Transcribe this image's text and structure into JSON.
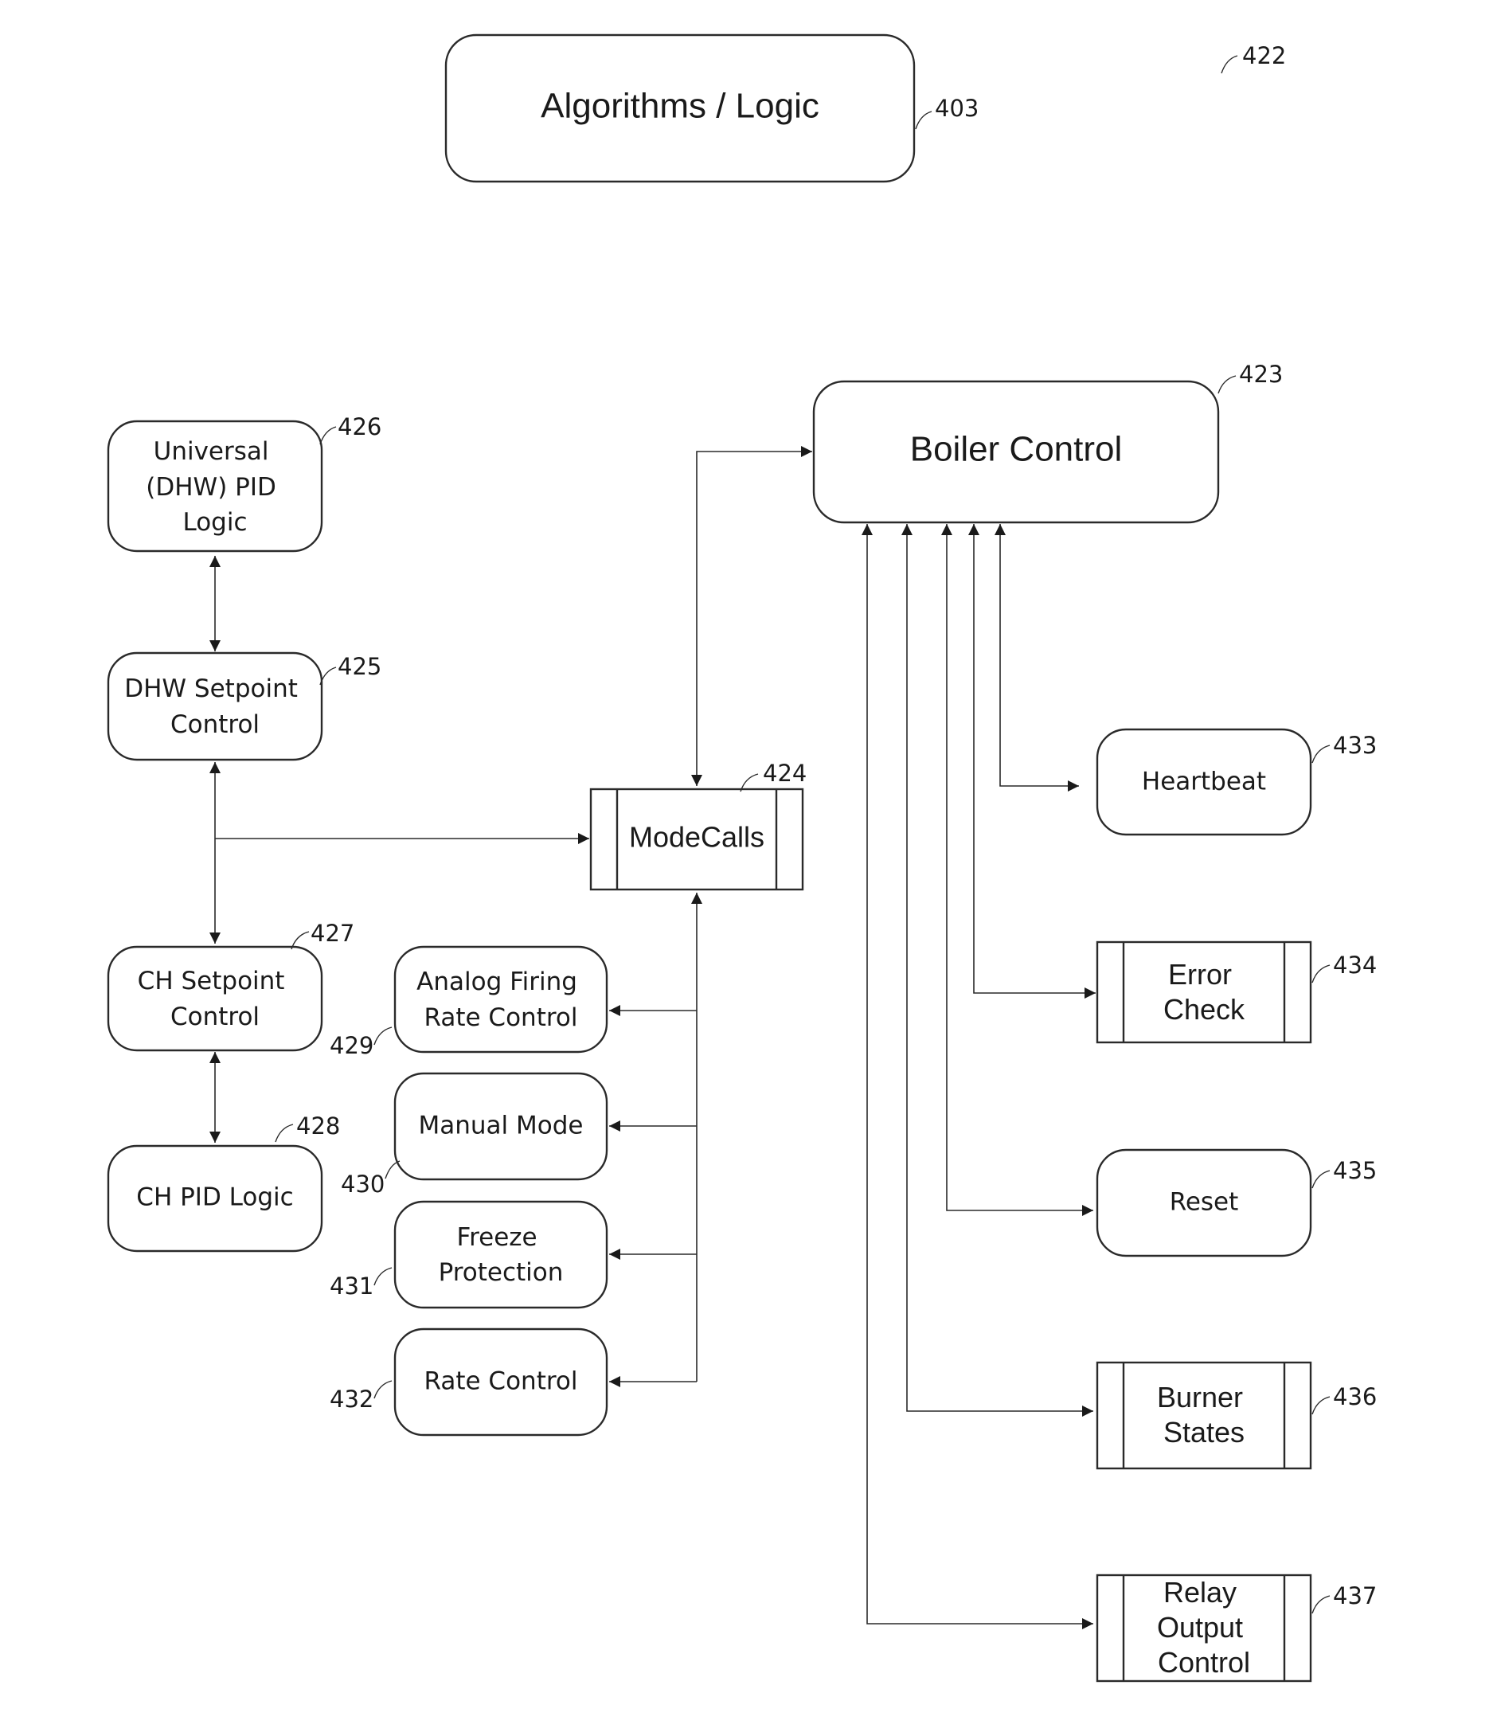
{
  "title_box": {
    "label": "Algorithms / Logic",
    "ref": "403"
  },
  "figure_ref": "422",
  "boiler_control": {
    "label": "Boiler Control",
    "ref": "423"
  },
  "mode_calls": {
    "label": "ModeCalls",
    "ref": "424"
  },
  "dhw_setpoint": {
    "lines": [
      "DHW Setpoint",
      "Control"
    ],
    "ref": "425"
  },
  "universal_pid": {
    "lines": [
      "Universal",
      "(DHW) PID",
      "Logic"
    ],
    "ref": "426"
  },
  "ch_setpoint": {
    "lines": [
      "CH Setpoint",
      "Control"
    ],
    "ref": "427"
  },
  "ch_pid": {
    "label": "CH PID Logic",
    "ref": "428"
  },
  "analog_firing": {
    "lines": [
      "Analog Firing",
      "Rate Control"
    ],
    "ref": "429"
  },
  "manual_mode": {
    "label": "Manual Mode",
    "ref": "430"
  },
  "freeze_protection": {
    "lines": [
      "Freeze",
      "Protection"
    ],
    "ref": "431"
  },
  "rate_control": {
    "label": "Rate Control",
    "ref": "432"
  },
  "heartbeat": {
    "label": "Heartbeat",
    "ref": "433"
  },
  "error_check": {
    "lines": [
      "Error",
      "Check"
    ],
    "ref": "434"
  },
  "reset": {
    "label": "Reset",
    "ref": "435"
  },
  "burner_states": {
    "lines": [
      "Burner",
      "States"
    ],
    "ref": "436"
  },
  "relay_output": {
    "lines": [
      "Relay",
      "Output",
      "Control"
    ],
    "ref": "437"
  }
}
